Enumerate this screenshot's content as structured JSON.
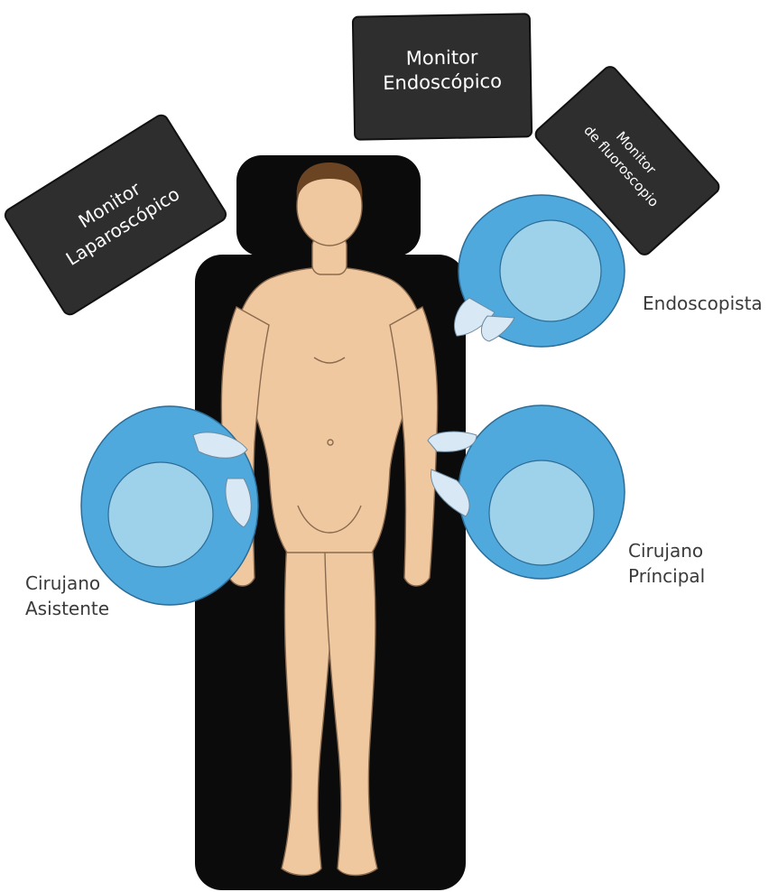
{
  "monitors": {
    "laparoscopic": {
      "line1": "Monitor",
      "line2": "Laparoscópico"
    },
    "endoscopic": {
      "line1": "Monitor",
      "line2": "Endoscópico"
    },
    "fluoroscopy": {
      "line1": "Monitor",
      "line2": "de fluoroscopio"
    }
  },
  "roles": {
    "endoscopist": "Endoscopista",
    "main_surgeon": {
      "line1": "Cirujano",
      "line2": "Príncipal"
    },
    "assistant_surgeon": {
      "line1": "Cirujano",
      "line2": "Asistente"
    }
  },
  "colors": {
    "monitor": "#2e2e2e",
    "table": "#0b0b0b",
    "skin": "#f0c8a0",
    "gown": "#4fa9dc",
    "cap": "#9ed2ea",
    "glove": "#d8e8f4",
    "hair": "#6b4424"
  }
}
